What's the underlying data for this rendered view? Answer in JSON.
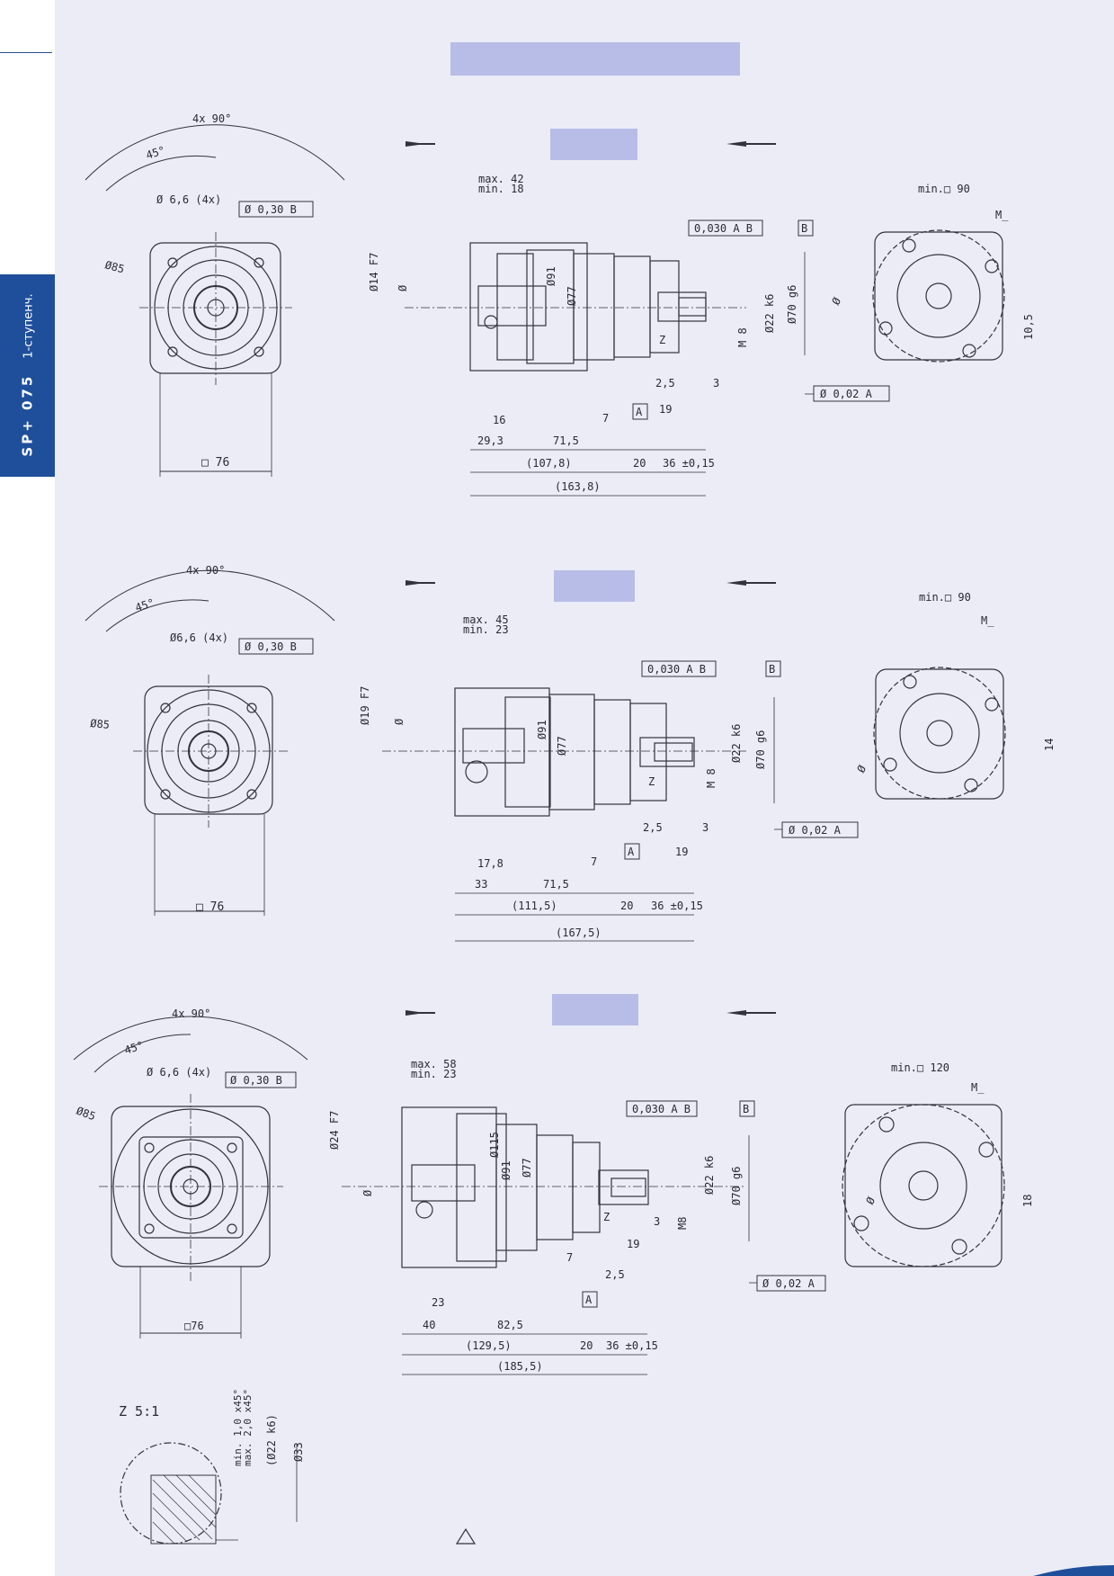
{
  "sidebar": {
    "model": "SP+ 075",
    "stage": "1-ступенч."
  },
  "colors": {
    "accent": "#1f4f9a",
    "band": "#b7bde6",
    "background": "#ececf6"
  },
  "detail": {
    "label": "Z 5:1",
    "dims": [
      "min. 1,0 x45°",
      "max. 2,0 x45°",
      "(Ø22 k6)",
      "Ø33"
    ]
  },
  "views": [
    {
      "front": {
        "angle": "4x 90°",
        "half_angle": "45°",
        "hole": "Ø 6,6 (4x)",
        "position_tol": "Ø 0,30 B",
        "pcd": "Ø85",
        "square": "□ 76"
      },
      "side": {
        "depth": [
          "max. 42",
          "min. 18"
        ],
        "shaft_in": [
          "Ø14 F7",
          "Ø"
        ],
        "body": [
          "Ø91",
          "Ø77"
        ],
        "runout": "0,030 A B",
        "datum_b": "B",
        "datum_a": "A",
        "perp": "Ø 0,02 A",
        "shaft_out": [
          "Ø22 k6",
          "Ø70 g6",
          "M 8",
          "Z"
        ],
        "dims": [
          "2,5",
          "3",
          "19",
          "16",
          "7",
          "29,3",
          "71,5",
          "(107,8)",
          "20",
          "36 ±0,15",
          "(163,8)"
        ]
      },
      "rear": {
        "min_sq": "min.□ 90",
        "m": "M_",
        "dia": "Ø",
        "dim": "10,5"
      }
    },
    {
      "front": {
        "angle": "4x 90°",
        "half_angle": "45°",
        "hole": "Ø6,6 (4x)",
        "position_tol": "Ø 0,30 B",
        "pcd": "Ø85",
        "square": "□ 76"
      },
      "side": {
        "depth": [
          "max. 45",
          "min. 23"
        ],
        "shaft_in": [
          "Ø19 F7",
          "Ø"
        ],
        "body": [
          "Ø91",
          "Ø77"
        ],
        "runout": "0,030 A B",
        "datum_b": "B",
        "datum_a": "A",
        "perp": "Ø 0,02 A",
        "shaft_out": [
          "Ø22 k6",
          "Ø70 g6",
          "M 8",
          "Z"
        ],
        "dims": [
          "2,5",
          "3",
          "19",
          "17,8",
          "7",
          "33",
          "71,5",
          "(111,5)",
          "20",
          "36 ±0,15",
          "(167,5)"
        ]
      },
      "rear": {
        "min_sq": "min.□ 90",
        "m": "M_",
        "dia": "Ø",
        "dim": "14"
      }
    },
    {
      "front": {
        "angle": "4x 90°",
        "half_angle": "45°",
        "hole": "Ø 6,6 (4x)",
        "position_tol": "Ø 0,30 B",
        "pcd": "Ø85",
        "square": "□76"
      },
      "side": {
        "depth": [
          "max. 58",
          "min. 23"
        ],
        "shaft_in": [
          "Ø24 F7",
          "Ø"
        ],
        "body": [
          "Ø115",
          "Ø91",
          "Ø77"
        ],
        "runout": "0,030 A B",
        "datum_b": "B",
        "datum_a": "A",
        "perp": "Ø 0,02 A",
        "shaft_out": [
          "Ø22 k6",
          "Ø70 g6",
          "M8",
          "Z"
        ],
        "dims": [
          "3",
          "19",
          "7",
          "2,5",
          "23",
          "40",
          "82,5",
          "(129,5)",
          "20",
          "36 ±0,15",
          "(185,5)"
        ]
      },
      "rear": {
        "min_sq": "min.□ 120",
        "m": "M_",
        "dia": "Ø",
        "dim": "18"
      }
    }
  ]
}
